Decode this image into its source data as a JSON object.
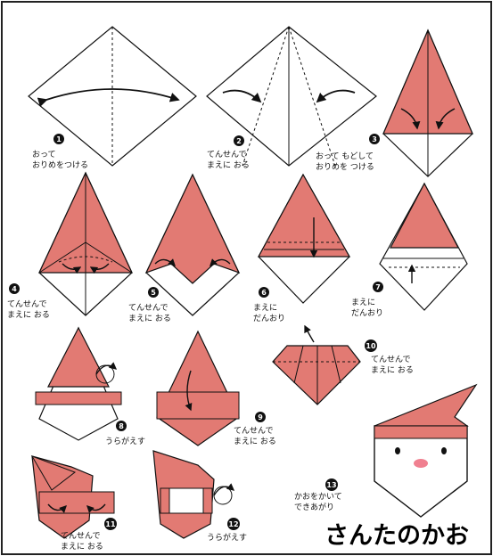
{
  "title": "さんたのかお",
  "colors": {
    "paper": "#e27a73",
    "line": "#111111",
    "white": "#ffffff"
  },
  "steps": [
    {
      "num": "1",
      "lines": [
        "おって",
        "おりめをつける"
      ]
    },
    {
      "num": "2",
      "lines": [
        "てんせんで",
        "まえに おる"
      ]
    },
    {
      "num": "3",
      "lines": [
        "おって もどして",
        "おりめを つける"
      ]
    },
    {
      "num": "4",
      "lines": [
        "てんせんで",
        "まえに おる"
      ]
    },
    {
      "num": "5",
      "lines": [
        "てんせんで",
        "まえに おる"
      ]
    },
    {
      "num": "6",
      "lines": [
        "まえに",
        "だんおり"
      ]
    },
    {
      "num": "7",
      "lines": [
        "まえに",
        "だんおり"
      ]
    },
    {
      "num": "8",
      "lines": [
        "うらがえす"
      ]
    },
    {
      "num": "9",
      "lines": [
        "てんせんで",
        "まえに おる"
      ]
    },
    {
      "num": "10",
      "lines": [
        "てんせんで",
        "まえに おる"
      ]
    },
    {
      "num": "11",
      "lines": [
        "てんせんで",
        "まえに おる"
      ]
    },
    {
      "num": "12",
      "lines": [
        "うらがえす"
      ]
    },
    {
      "num": "13",
      "lines": [
        "かおをかいて",
        "できあがり"
      ]
    }
  ]
}
